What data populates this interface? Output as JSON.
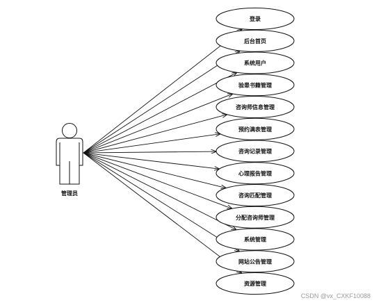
{
  "actor": {
    "label": "管理员"
  },
  "use_cases": [
    "登录",
    "后台首页",
    "系统用户",
    "验患书籍管理",
    "咨询师信息管理",
    "预约满表管理",
    "咨询记录管理",
    "心理报告管理",
    "咨询匹配管理",
    "分配咨询师管理",
    "系统管理",
    "网站公告管理",
    "资源管理"
  ],
  "watermark": "CSDN @vx_CXKF10088",
  "colors": {
    "line": "#111111",
    "background": "#ffffff",
    "watermark": "#9a9a9a"
  }
}
